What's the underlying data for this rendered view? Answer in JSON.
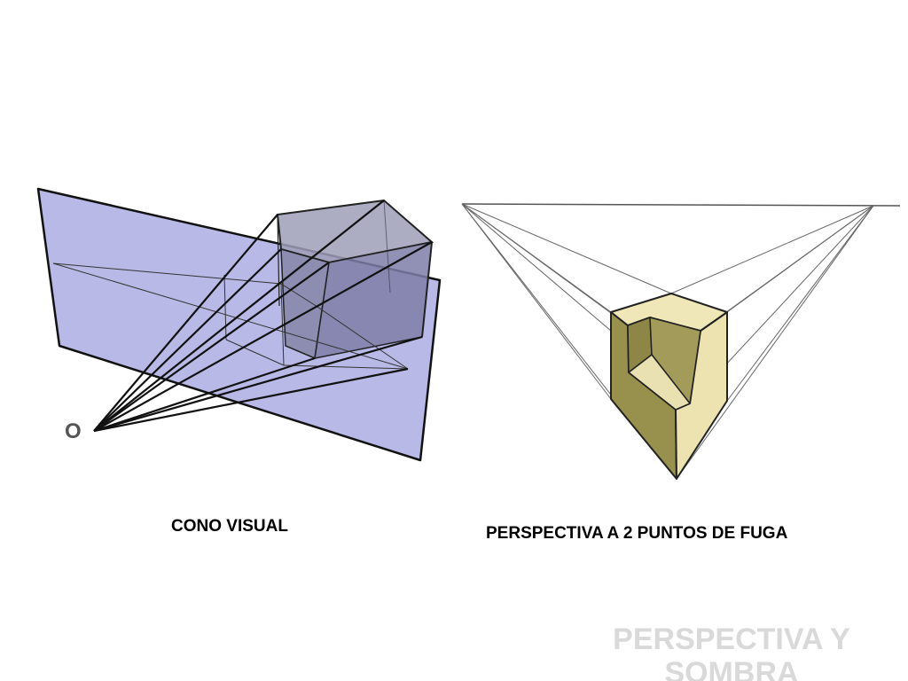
{
  "slide": {
    "captions": {
      "cone": "CONO VISUAL",
      "vanishing_points": "PERSPECTIVA A 2 PUNTOS DE FUGA"
    },
    "cone_figure": {
      "observer_label": "O"
    },
    "watermark_title": "PERSPECTIVA Y SOMBRA"
  },
  "colors": {
    "picture_plane": "#b9b9e8",
    "pentagon_fill": "#8f8fae",
    "block_light": "#efe7b8",
    "block_mid": "#cfc890",
    "block_dark": "#98904d",
    "watermark": "#d9d9d9"
  }
}
